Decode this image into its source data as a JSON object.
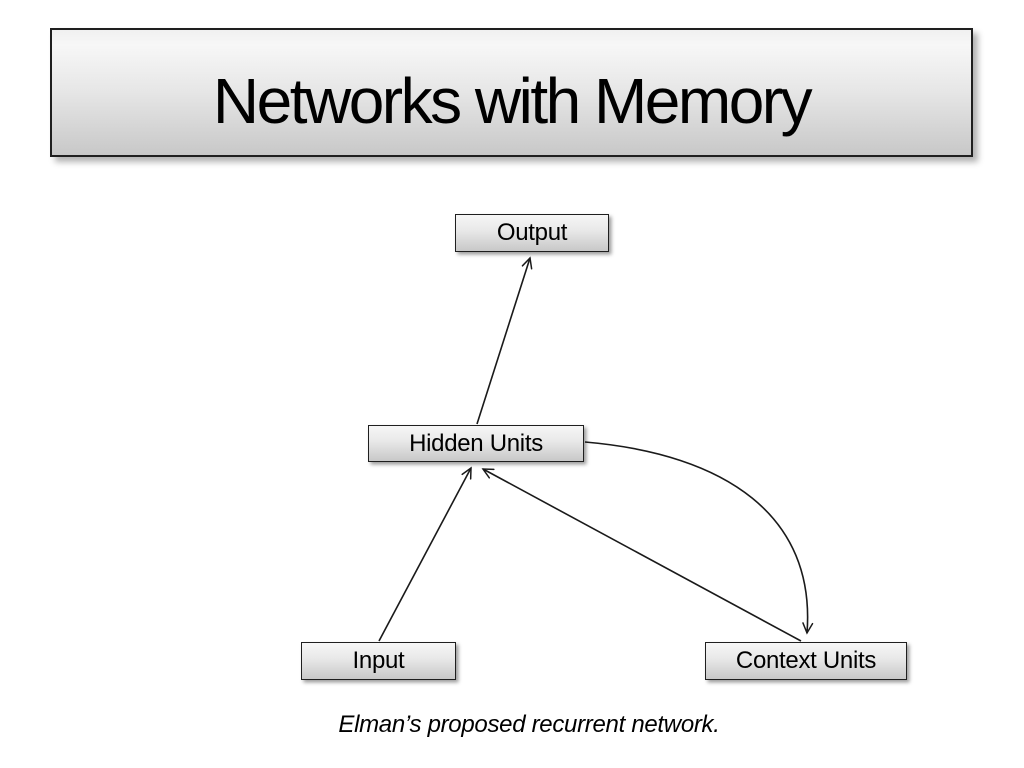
{
  "slide": {
    "title": "Networks with Memory",
    "caption": "Elman’s proposed recurrent network.",
    "nodes": {
      "output": {
        "label": "Output"
      },
      "hidden": {
        "label": "Hidden Units"
      },
      "input": {
        "label": "Input"
      },
      "context": {
        "label": "Context Units"
      }
    },
    "edges": [
      {
        "name": "hidden-to-output",
        "from": "Hidden Units",
        "to": "Output",
        "shape": "straight",
        "arrowhead": "open"
      },
      {
        "name": "input-to-hidden",
        "from": "Input",
        "to": "Hidden Units",
        "shape": "straight",
        "arrowhead": "open"
      },
      {
        "name": "context-to-hidden",
        "from": "Context Units",
        "to": "Hidden Units",
        "shape": "straight",
        "arrowhead": "open"
      },
      {
        "name": "hidden-to-context",
        "from": "Hidden Units",
        "to": "Context Units",
        "shape": "curved",
        "arrowhead": "open"
      }
    ],
    "colors": {
      "background": "#ffffff",
      "box_fill_top": "#f6f6f6",
      "box_fill_bottom": "#c8c8c8",
      "box_border": "#1f1f1f",
      "connector": "#1a1a1a",
      "text": "#000000"
    }
  }
}
